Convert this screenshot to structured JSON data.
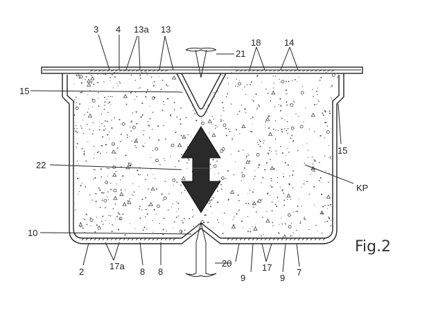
{
  "figure": {
    "label": "Fig.2"
  },
  "labels": {
    "l3": "3",
    "l4": "4",
    "l13a": "13a",
    "l13": "13",
    "l21": "21",
    "l18": "18",
    "l14": "14",
    "l15_left": "15",
    "l15_right": "15",
    "l22": "22",
    "lKP": "KP",
    "l10": "10",
    "l2": "2",
    "l17a": "17a",
    "l8a": "8",
    "l8b": "8",
    "l20": "20",
    "l9a": "9",
    "l17": "17",
    "l9b": "9",
    "l7": "7"
  },
  "colors": {
    "ink": "#222222",
    "arrow": "#2a2a2a",
    "fill_speckle": "#555555"
  }
}
